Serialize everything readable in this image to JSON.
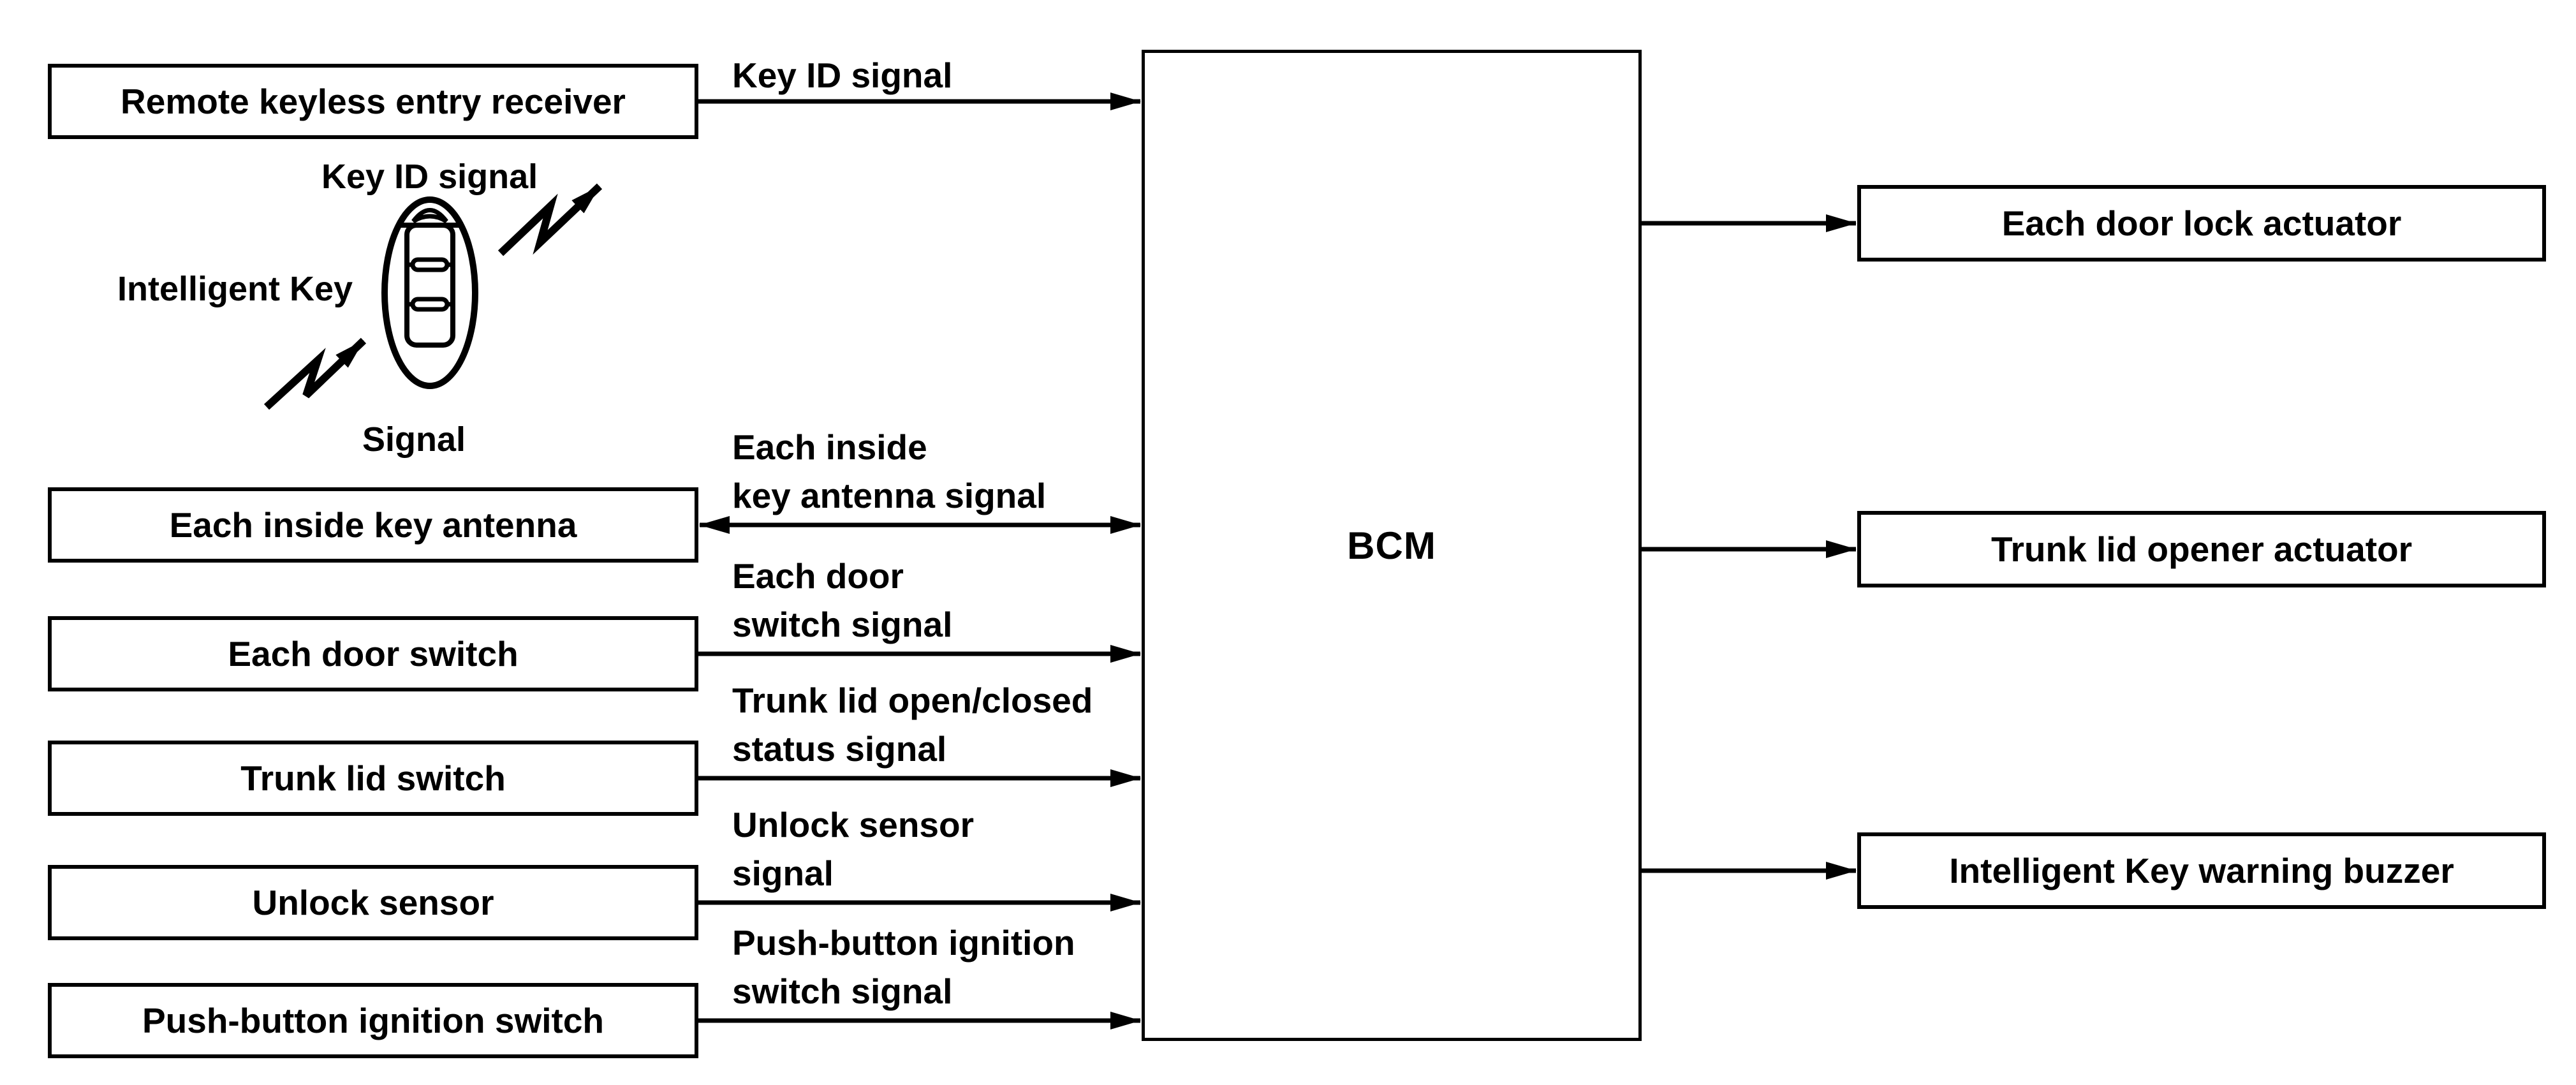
{
  "page": {
    "background_color": "#ffffff",
    "line_color": "#000000"
  },
  "bcm": {
    "label": "BCM"
  },
  "inputs": [
    {
      "label": "Remote keyless entry receiver",
      "direction": "to-bcm",
      "signal": {
        "line1": "Key ID signal",
        "line2": ""
      }
    },
    {
      "label": "Each inside key antenna",
      "direction": "bidirectional",
      "signal": {
        "line1": "Each inside",
        "line2": "key antenna signal"
      }
    },
    {
      "label": "Each door switch",
      "direction": "to-bcm",
      "signal": {
        "line1": "Each door",
        "line2": "switch signal"
      }
    },
    {
      "label": "Trunk lid switch",
      "direction": "to-bcm",
      "signal": {
        "line1": "Trunk lid open/closed",
        "line2": "status signal"
      }
    },
    {
      "label": "Unlock sensor",
      "direction": "to-bcm",
      "signal": {
        "line1": "Unlock sensor",
        "line2": "signal"
      }
    },
    {
      "label": "Push-button ignition switch",
      "direction": "to-bcm",
      "signal": {
        "line1": "Push-button ignition",
        "line2": "switch signal"
      }
    }
  ],
  "outputs": [
    {
      "label": "Each door lock actuator"
    },
    {
      "label": "Trunk lid opener actuator"
    },
    {
      "label": "Intelligent Key warning buzzer"
    }
  ],
  "key_illustration": {
    "top_label": "Key ID signal",
    "left_label": "Intelligent Key",
    "bottom_label": "Signal"
  }
}
